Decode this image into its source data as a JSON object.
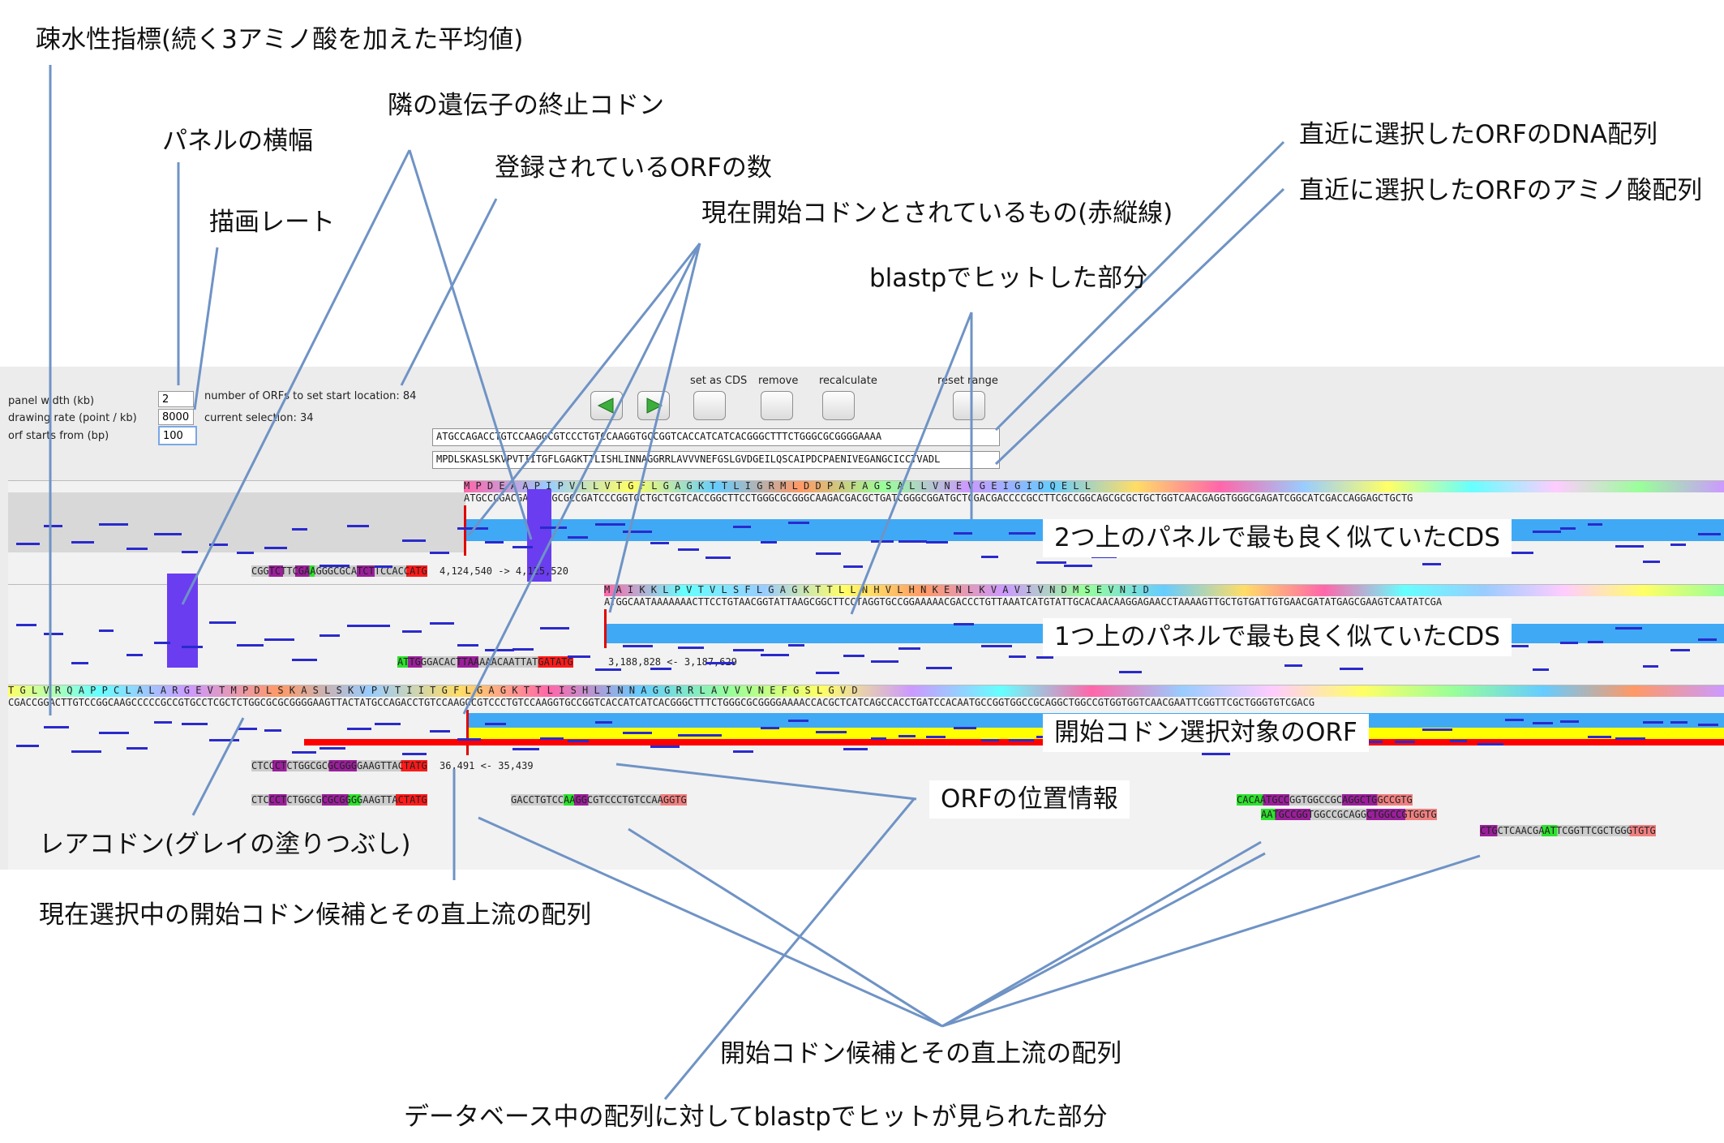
{
  "annotations": {
    "hydrophobicity": "疎水性指標(続く3アミノ酸を加えた平均値)",
    "neighbor_stop": "隣の遺伝子の終止コドン",
    "panel_width": "パネルの横幅",
    "orf_count": "登録されているORFの数",
    "draw_rate": "描画レート",
    "current_start": "現在開始コドンとされているもの(赤縦線)",
    "recent_dna": "直近に選択したORFのDNA配列",
    "recent_aa": "直近に選択したORFのアミノ酸配列",
    "blastp_hit": "blastpでヒットした部分",
    "cds_2up": "2つ上のパネルで最も良く似ていたCDS",
    "cds_1up": "1つ上のパネルで最も良く似ていたCDS",
    "target_orf": "開始コドン選択対象のORF",
    "orf_position": "ORFの位置情報",
    "rare_codon": "レアコドン(グレイの塗りつぶし)",
    "current_candidate": "現在選択中の開始コドン候補とその直上流の配列",
    "start_candidates": "開始コドン候補とその直上流の配列",
    "db_blastp": "データベース中の配列に対してblastpでヒットが見られた部分"
  },
  "controls": {
    "panel_width_label": "panel width (kb)",
    "panel_width_value": "2",
    "drawing_rate_label": "drawing rate (point / kb)",
    "drawing_rate_value": "8000",
    "orf_starts_label": "orf starts from (bp)",
    "orf_starts_value": "100",
    "orf_count_text": "number of ORFs to set start location: 84",
    "current_selection_text": "current selection: 34",
    "set_as_cds": "set as CDS",
    "remove": "remove",
    "recalculate": "recalculate",
    "reset_range": "reset range",
    "dna_sequence": "ATGCCAGACCTGTCCAAGGCGTCCCTGTCCAAGGTGCCGGTCACCATCATCACGGGCTTTCTGGGCGCGGGGAAAA",
    "aa_sequence": "MPDLSKASLSKVPVTIITGFLGAGKTTLISHLINNAGGRRLAVVVNEFGSLGVDGEILQSCAIPDCPAENIVEGANGCICCTVADL"
  },
  "panels": {
    "top": {
      "aa_row": "M P D E A A P I P V L L V T G F L G A G K T T L I G R M L D D P A F A G S A L L V N E V G E I G I D Q E L L",
      "dna_row": "ATGCCCGACGAGGCCGCGCCGATCCCGGTGCTGCTCGTCACCGGCTTCCTGGGCGCGGGCAAGACGACGCTGATCGGGCGGATGCTCGACGACCCCGCCTTCGCCGGCAGCGCGCTGCTGGTCAACGAGGTGGGCGAGATCGGCATCGACCAGGAGCTGCTG",
      "candidate_seq": "CGGTCTTCGAAGGGCGCATCTTCCACCATG",
      "position": "4,124,540 -> 4,125,520"
    },
    "middle": {
      "aa_row": "M A I K K L P V T V L S F L G A G K T T L L N H V L H N K E N L K V A V I V N D M S E V N I D",
      "dna_row": "ATGGCAATAAAAAAACTTCCTGTAACGGTATTAAGCGGCTTCCTAGGTGCCGGAAAAACGACCCTGTTAAATCATGTATTGCACAACAAGGAGAACCTAAAAGTTGCTGTGATTGTGAACGATATGAGCGAAGTCAATATCGA",
      "candidate_seq": "ATTGGGACACTTAAAAACAATTATGATATG",
      "position": "3,188,828 <- 3,187,629"
    },
    "bottom": {
      "aa_row": "T G L V R Q A P P C L A L A R G E V T M P D L S K A S L S K V P V T I I T G F L G A G K T T L I S H L I N N A G G R R L A V V V N E F G S L G V D",
      "dna_row": "CGACCGGACTTGTCCGGCAAGCCCCCGCCGTGCCTCGCTCTGGCGCGCGGGGAAGTTACTATGCCAGACCTGTCCAAGGCGTCCCTGTCCAAGGTGCCGGTCACCATCATCACGGGCTTTCTGGGCGCGGGGAAAACCACGCTCATCAGCCACCTGATCCACAATGCCGGTGGCCGCAGGCTGGCCGTGGTGGTCAACGAATTCGGTTCGCTGGGTGTCGACG",
      "candidate_seq": "CTCCCTCTGGCGCGCGGGGAAGTTACTATG",
      "position": "36,491 <- 35,439",
      "cand_row1": "CTCCCTCTGGCGCGCGGGGAAGTTACTATG",
      "cand_row1b": "GACCTGTCCAAGGCGTCCCTGTCCAAGGTG",
      "cand_row2": "CACAATGCCGGTGGCCGCAGGCTGGCCGTG",
      "cand_row3": "AATGCCGGTGGCCGCAGGCTGGCCGTGGTG",
      "cand_row4": "CTGCTCAACGAATTCGGTTCGCTGGGTGTG"
    }
  },
  "colors": {
    "cds_blue": "#3fa9f5",
    "orf_yellow": "#ffff00",
    "orf_red": "#ff0000",
    "start_red": "#e00000",
    "hydro_blue": "#2a2acc",
    "neighbor_purple": "#6a3df0",
    "rare_gray": "#bdbdbd",
    "leader": "#6f93c5"
  }
}
